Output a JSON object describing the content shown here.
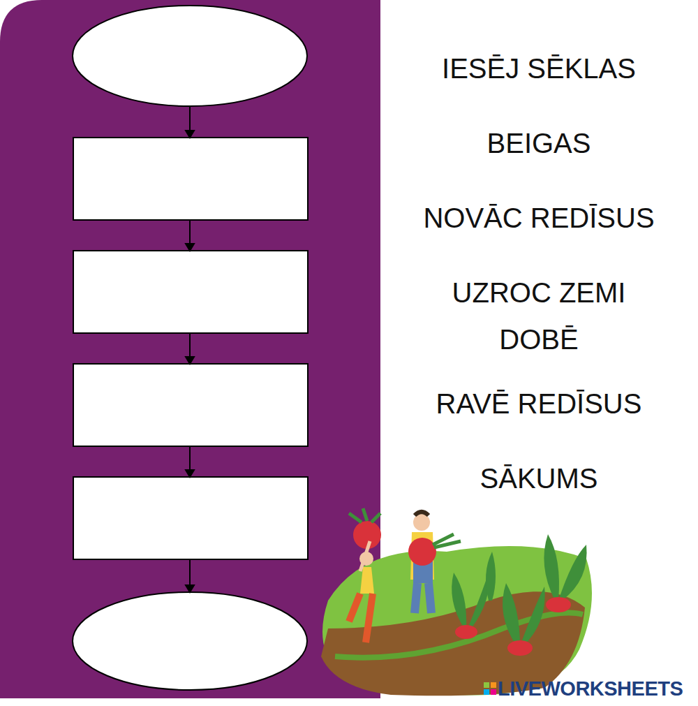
{
  "diagram": {
    "labels": [
      "IESĒJ SĒKLAS",
      "BEIGAS",
      "NOVĀC REDĪSUS",
      "UZROC ZEMI DOBĒ",
      "RAVĒ REDĪSUS",
      "SĀKUMS",
      "LIVEWORKSHEETS"
    ]
  }
}
